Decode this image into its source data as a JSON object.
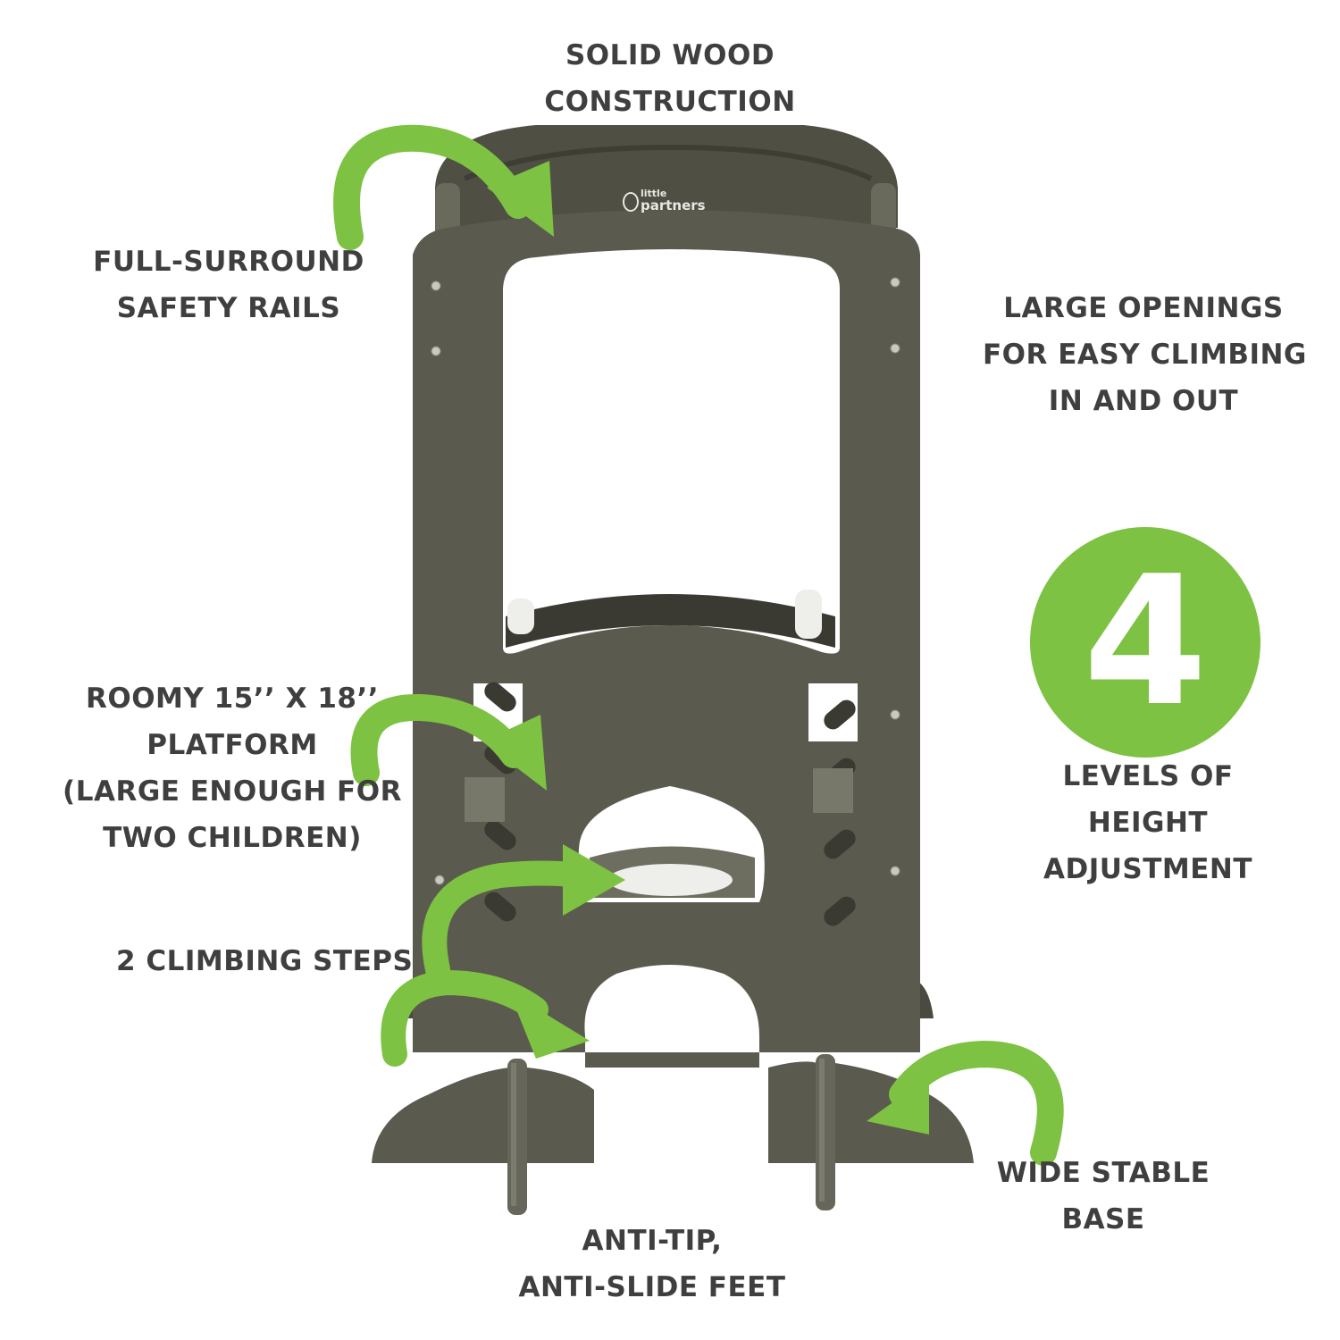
{
  "features": {
    "solid_wood": [
      "SOLID WOOD",
      "CONSTRUCTION"
    ],
    "safety_rails": [
      "FULL-SURROUND",
      "SAFETY RAILS"
    ],
    "openings": [
      "LARGE OPENINGS",
      "FOR EASY CLIMBING",
      "IN AND OUT"
    ],
    "platform": [
      "ROOMY 15’’ X 18’’",
      "PLATFORM",
      "(LARGE ENOUGH FOR",
      "TWO CHILDREN)"
    ],
    "steps": [
      "2 CLIMBING STEPS"
    ],
    "feet": [
      "ANTI-TIP,",
      "ANTI-SLIDE FEET"
    ],
    "base": [
      "WIDE STABLE",
      "BASE"
    ]
  },
  "levels": {
    "number": "4",
    "caption": [
      "LEVELS OF",
      "HEIGHT",
      "ADJUSTMENT"
    ]
  },
  "brand": {
    "line1": "little",
    "line2": "partners"
  },
  "colors": {
    "arrow_green": "#7dc242",
    "tower_olive": "#5a5a4e",
    "tower_dark": "#4a4a40",
    "text_gray": "#3f3f3f"
  }
}
